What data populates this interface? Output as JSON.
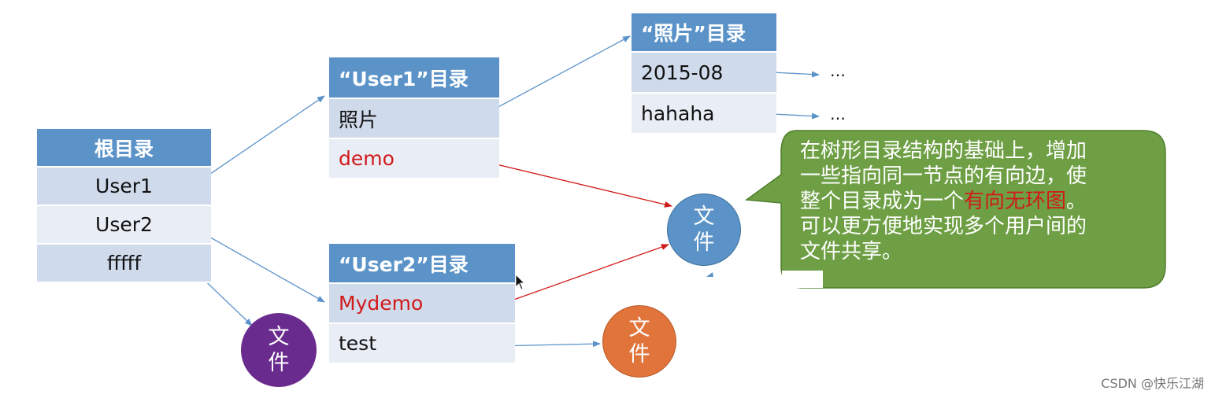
{
  "root": {
    "header": "根目录",
    "rows": [
      "User1",
      "User2",
      "fffff"
    ]
  },
  "user1_dir": {
    "header": "“User1”目录",
    "rows": [
      "照片",
      "demo"
    ]
  },
  "user2_dir": {
    "header": "“User2”目录",
    "rows": [
      "Mydemo",
      "test"
    ]
  },
  "photo_dir": {
    "header": "“照片”目录",
    "rows": [
      "2015-08",
      "hahaha"
    ]
  },
  "ellipsis": [
    "…",
    "…"
  ],
  "file_nodes": {
    "shared": [
      "文",
      "件"
    ],
    "fffff": [
      "文",
      "件"
    ],
    "test": [
      "文",
      "件"
    ]
  },
  "callout": {
    "line1": "在树形目录结构的基础上，增加",
    "line2": "一些指向同一节点的有向边，使",
    "line3_before": "整个目录成为一个",
    "line3_highlight": "有向无环图",
    "line3_after": "。",
    "line4": "可以更方便地实现多个用户间的",
    "line5": "文件共享。"
  },
  "watermark": "CSDN @快乐江湖",
  "colors": {
    "header_blue": "#5b93c9",
    "row_dark": "#cfdaeb",
    "row_light": "#e9eef6",
    "blue_arrow": "#5b93c9",
    "red_arrow": "#d11a1a",
    "callout_green": "#6e9f44",
    "purple_node": "#6a2b8e",
    "orange_node": "#e1743b"
  }
}
